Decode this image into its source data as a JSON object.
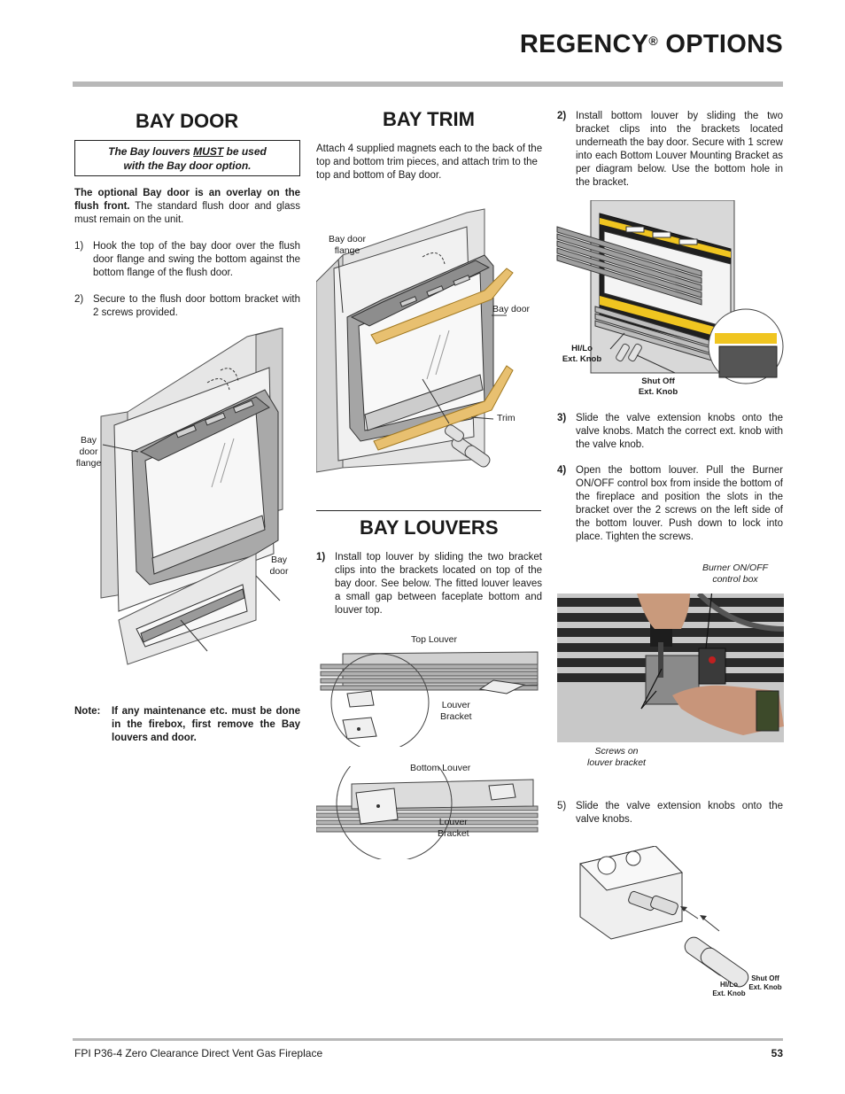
{
  "header": {
    "title_brand": "REGENCY",
    "title_reg": "®",
    "title_rest": " OPTIONS"
  },
  "bay_door": {
    "heading": "BAY DOOR",
    "note_line1_pre": "The Bay louvers ",
    "note_line1_must": "MUST",
    "note_line1_post": " be used",
    "note_line2": "with the Bay door option.",
    "intro_bold": "The optional Bay door is an overlay on the flush front.",
    "intro_rest": " The standard flush door and glass must remain on the unit.",
    "steps": [
      {
        "num": "1)",
        "text": "Hook the top of the bay door over the flush door flange and swing the bottom against the bottom flange of the flush door."
      },
      {
        "num": "2)",
        "text": "Secure to the flush door bottom bracket with 2 screws provided."
      }
    ],
    "fig_label_flange": [
      "Bay",
      "door",
      "flange"
    ],
    "fig_label_door": [
      "Bay",
      "door"
    ],
    "note_label": "Note:",
    "note_text": "If any maintenance etc. must be done in the firebox, first remove the Bay louvers and door."
  },
  "bay_trim": {
    "heading": "BAY TRIM",
    "text": "Attach 4 supplied magnets each to the back of the top and bottom trim pieces, and attach trim to the top and bottom of Bay door.",
    "fig_label_flange": [
      "Bay door",
      "flange"
    ],
    "fig_label_door": "Bay door",
    "fig_label_trim": "Trim"
  },
  "bay_louvers": {
    "heading": "BAY LOUVERS",
    "step1_num": "1)",
    "step1_text": "Install top louver by sliding the two bracket clips into the brackets located on top of the bay door. See below. The fitted louver leaves a small gap between faceplate bottom and louver top.",
    "fig_top_label": "Top Louver",
    "fig_top_bracket": [
      "Louver",
      "Bracket"
    ],
    "fig_bottom_label": "Bottom Louver",
    "fig_bottom_bracket": [
      "Louver",
      "Bracket"
    ]
  },
  "right_column": {
    "step2_num": "2)",
    "step2_text": "Install bottom louver by sliding the two bracket clips into the brackets located underneath the bay door. Secure with 1 screw into each Bottom Louver Mounting Bracket as per diagram below. Use the bottom hole in the bracket.",
    "fig1_hilo": [
      "HI/Lo",
      "Ext. Knob"
    ],
    "fig1_shutoff": [
      "Shut Off",
      "Ext. Knob"
    ],
    "step3_num": "3)",
    "step3_text": "Slide the valve extension knobs onto the valve knobs. Match the correct ext. knob with the valve knob.",
    "step4_num": "4)",
    "step4_text": "Open the bottom louver. Pull the Burner ON/OFF control box from inside the bottom of the fireplace and position the slots in the bracket over the 2 screws on the left side of the bottom louver. Push down to lock into place. Tighten the screws.",
    "photo_label_top": [
      "Burner ON/OFF",
      "control box"
    ],
    "photo_label_bottom": [
      "Screws on",
      "louver bracket"
    ],
    "step5_num": "5)",
    "step5_text": "Slide the valve extension knobs onto the valve knobs.",
    "fig2_hilo": [
      "HI/Lo",
      "Ext. Knob"
    ],
    "fig2_shutoff": [
      "Shut Off",
      "Ext. Knob"
    ]
  },
  "footer": {
    "text": "FPI P36-4 Zero Clearance Direct Vent Gas Fireplace",
    "page": "53"
  }
}
